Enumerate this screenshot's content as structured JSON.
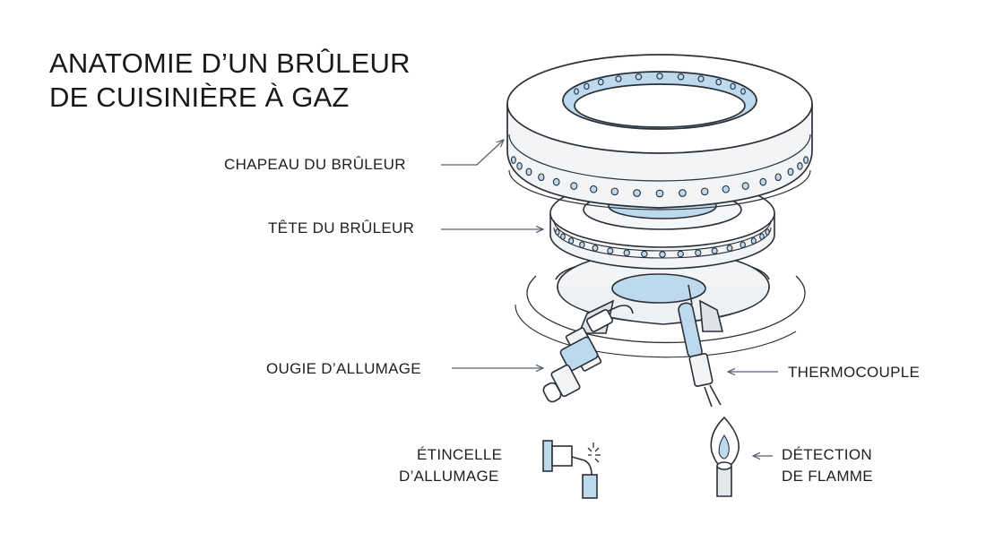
{
  "title": {
    "line1": "ANATOMIE D’UN BRÛLEUR",
    "line2": "DE CUISINIÈRE À GAZ"
  },
  "labels": {
    "burner_cap": "CHAPEAU DU BRÛLEUR",
    "burner_head": "TÊTE DU BRÛLEUR",
    "spark_plug": "OUGIE D’ALLUMAGE",
    "thermocouple": "THERMOCOUPLE",
    "spark_line1": "ÉTINCELLE",
    "spark_line2": "D’ALLUMAGE",
    "flame_line1": "DÉTECTION",
    "flame_line2": "DE FLAMME"
  },
  "colors": {
    "outline": "#2b2f36",
    "metal_light": "#f2f4f6",
    "metal_shade": "#dde3e9",
    "accent_blue": "#bcd9ee",
    "leader": "#5a6270"
  },
  "icons": [
    "spark-icon",
    "flame-icon"
  ]
}
